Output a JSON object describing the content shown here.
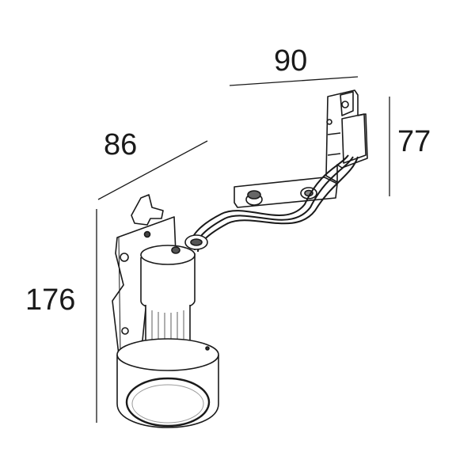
{
  "dimensions": {
    "width": "90",
    "depth": "86",
    "track_height": "77",
    "height": "176"
  },
  "colors": {
    "line": "#1a1a1a",
    "fill": "#ffffff",
    "shade": "#9a9a9a"
  }
}
